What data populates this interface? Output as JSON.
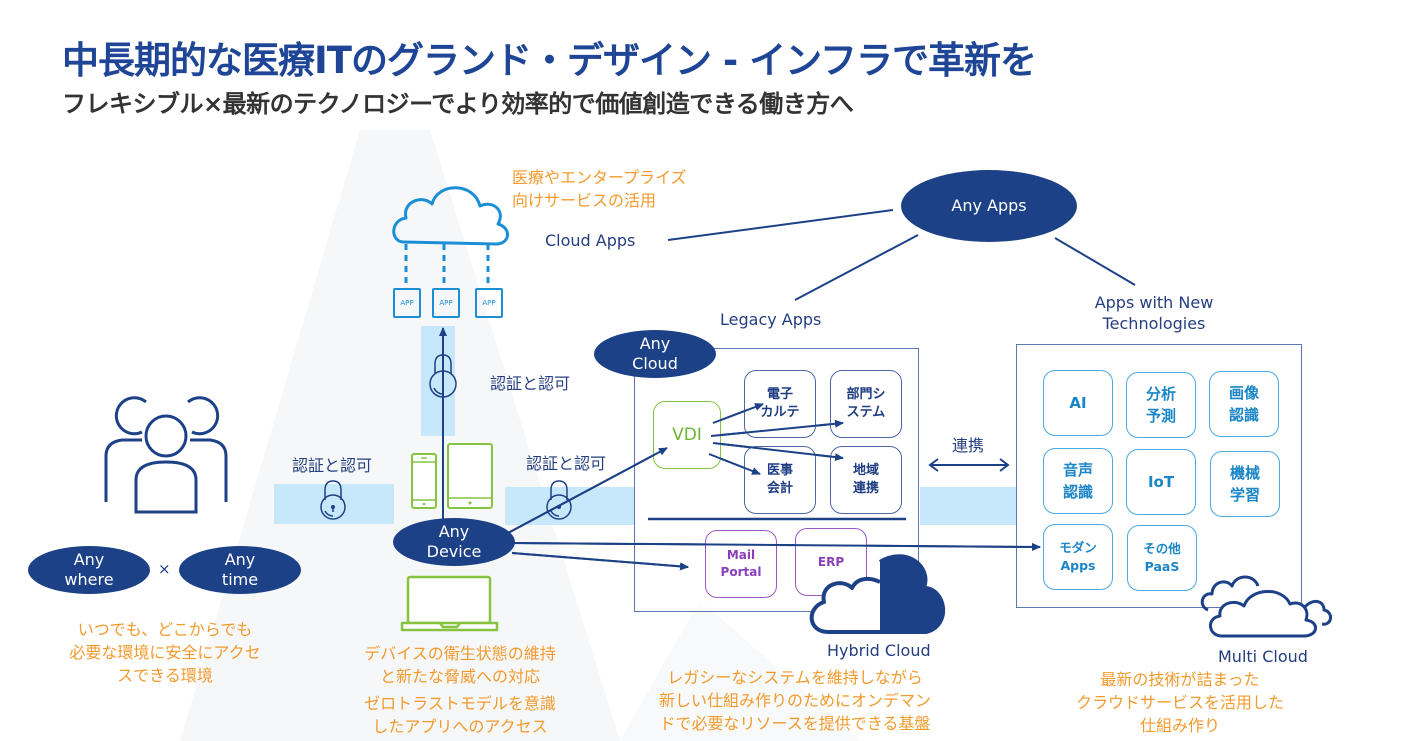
{
  "header": {
    "title": "中長期的な医療ITのグランド・デザイン - インフラで革新を",
    "subtitle": "フレキシブル×最新のテクノロジーでより効率的で価値創造できる働き方へ"
  },
  "colors": {
    "navy": "#1d4187",
    "title_blue": "#1e4596",
    "orange": "#f39a2c",
    "light_blue_band": "#c7e8fa",
    "cloud_blue": "#1b8fd6",
    "device_green": "#86c440",
    "purple": "#9a58c6"
  },
  "left": {
    "users_icon": "users-group-icon",
    "anywhere": "Any\nwhere",
    "times_symbol": "×",
    "anytime": "Any\ntime",
    "caption": "いつでも、どこからでも\n必要な環境に安全にアクセ\nスできる環境"
  },
  "auth": {
    "left_label": "認証と認可",
    "vertical_label": "認証と認可",
    "middle_label": "認証と認可"
  },
  "cloud_apps": {
    "caption": "医療やエンタープライズ\n向けサービスの活用",
    "label": "Cloud Apps",
    "app_tiles": [
      "APP",
      "APP",
      "APP"
    ]
  },
  "device": {
    "label": "Any\nDevice",
    "caption1": "デバイスの衛生状態の維持\nと新たな脅威への対応",
    "caption2": "ゼロトラストモデルを意識\nしたアプリへのアクセス"
  },
  "any_apps": {
    "label": "Any Apps",
    "legacy_label": "Legacy Apps",
    "new_label": "Apps with New\nTechnologies"
  },
  "any_cloud": {
    "label": "Any\nCloud",
    "vdi": "VDI",
    "legacy_items": [
      "電子\nカルテ",
      "部門シ\nステム",
      "医事\n会計",
      "地域\n連携"
    ],
    "purple_items": [
      "Mail\nPortal",
      "ERP"
    ]
  },
  "link_label": "連携",
  "new_tech_items": [
    "AI",
    "分析\n予測",
    "画像\n認識",
    "音声\n認識",
    "IoT",
    "機械\n学習",
    "モダン\nApps",
    "その他\nPaaS"
  ],
  "hybrid": {
    "label": "Hybrid Cloud",
    "caption": "レガシーなシステムを維持しながら\n新しい仕組み作りのためにオンデマン\nドで必要なリソースを提供できる基盤"
  },
  "multi": {
    "label": "Multi Cloud",
    "caption": "最新の技術が詰まった\nクラウドサービスを活用した\n仕組み作り"
  }
}
